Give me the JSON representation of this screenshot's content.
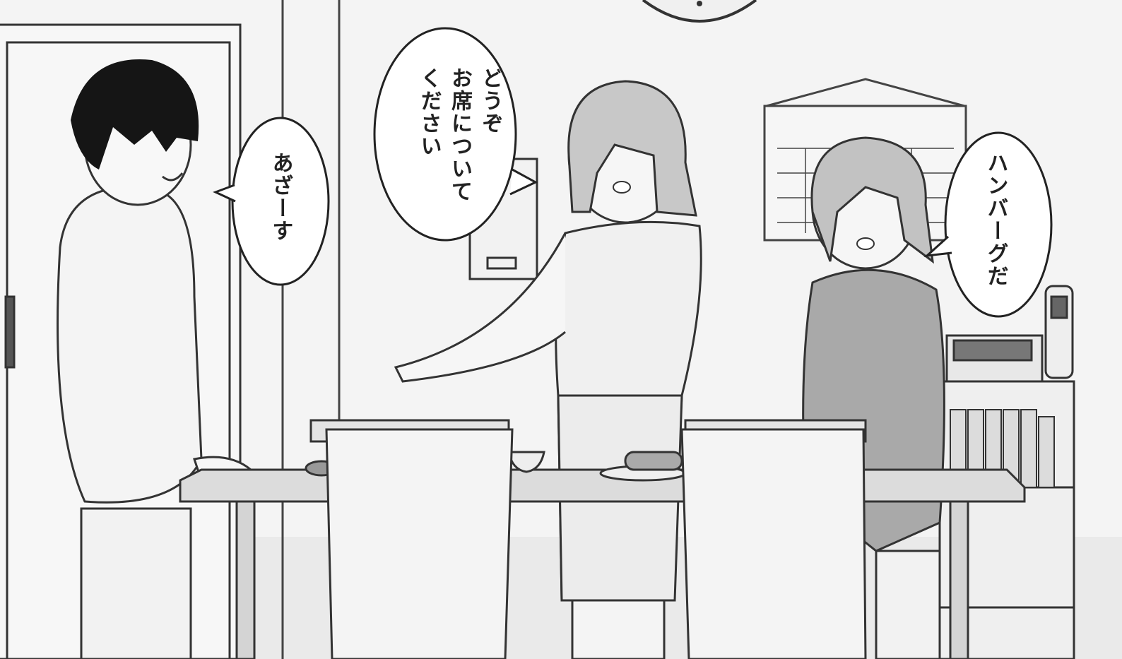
{
  "bubbles": {
    "left": {
      "text": "あざーす"
    },
    "center": {
      "text": "どうぞ\nお席について\nください"
    },
    "right": {
      "text": "ハンバーグだ"
    }
  }
}
